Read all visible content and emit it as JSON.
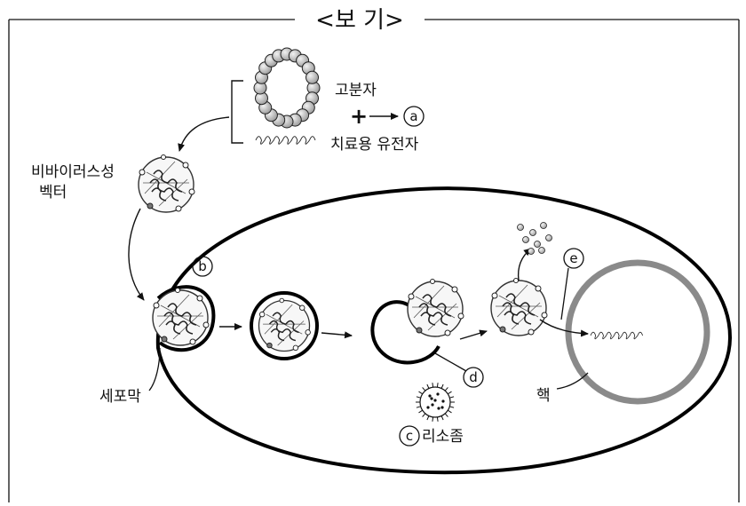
{
  "header": {
    "title": "<보 기>"
  },
  "labels": {
    "polymer": "고분자",
    "plus": "+",
    "arrow_a": "→",
    "marker_a": "a",
    "therapeutic_gene": "치료용 유전자",
    "nonviral_vector_line1": "비바이러스성",
    "nonviral_vector_line2": "벡터",
    "marker_b": "b",
    "marker_c": "c",
    "lysosome": "리소좀",
    "marker_d": "d",
    "marker_e": "e",
    "cell_membrane": "세포막",
    "nucleus": "핵"
  },
  "colors": {
    "ink": "#111111",
    "nucleus_ring": "#8a8a8a",
    "bead": "#bdbdbd"
  }
}
